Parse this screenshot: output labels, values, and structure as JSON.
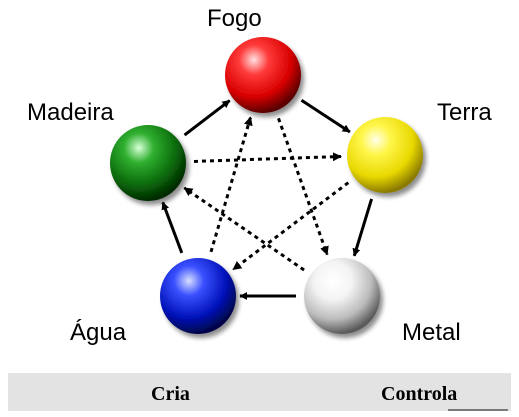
{
  "elements": {
    "fogo": {
      "label": "Fogo",
      "color": "#e00000"
    },
    "terra": {
      "label": "Terra",
      "color": "#f2ea00"
    },
    "metal": {
      "label": "Metal",
      "color": "#c8c8c8"
    },
    "agua": {
      "label": "Água",
      "color": "#0a20c8"
    },
    "madeira": {
      "label": "Madeira",
      "color": "#0a7a0a"
    }
  },
  "legend": {
    "cria_label": "Cria",
    "controla_label": "Controla"
  },
  "creation_cycle": [
    [
      "madeira",
      "fogo"
    ],
    [
      "fogo",
      "terra"
    ],
    [
      "terra",
      "metal"
    ],
    [
      "metal",
      "agua"
    ],
    [
      "agua",
      "madeira"
    ]
  ],
  "control_cycle": [
    [
      "madeira",
      "terra"
    ],
    [
      "terra",
      "agua"
    ],
    [
      "agua",
      "fogo"
    ],
    [
      "fogo",
      "metal"
    ],
    [
      "metal",
      "madeira"
    ]
  ]
}
